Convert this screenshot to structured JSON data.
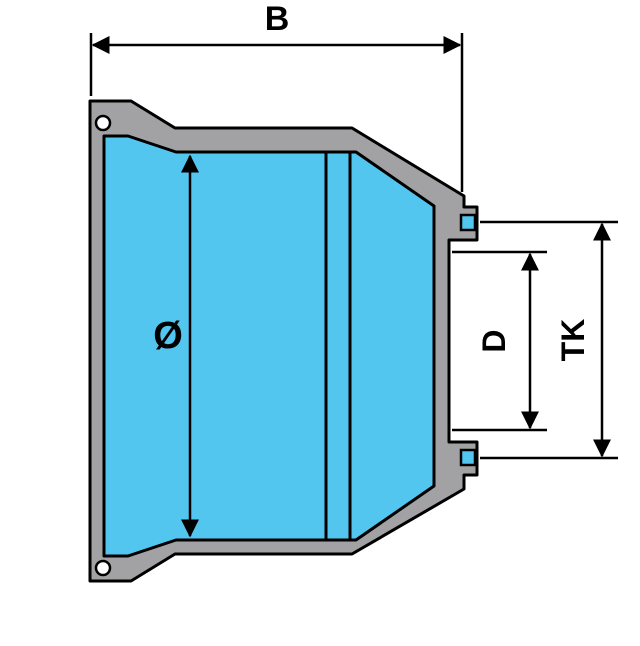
{
  "diagram": {
    "type": "technical-drawing",
    "description": "Cross-section drawing of a brake drum / wheel hub with dimension annotations",
    "labels": {
      "overall_width": "B",
      "inner_diameter": "Ø",
      "center_bore": "D",
      "bolt_circle": "TK"
    },
    "colors": {
      "body_fill": "#a2a2a4",
      "cavity_fill": "#53c6ef",
      "line": "#000000",
      "background": "#ffffff"
    }
  }
}
